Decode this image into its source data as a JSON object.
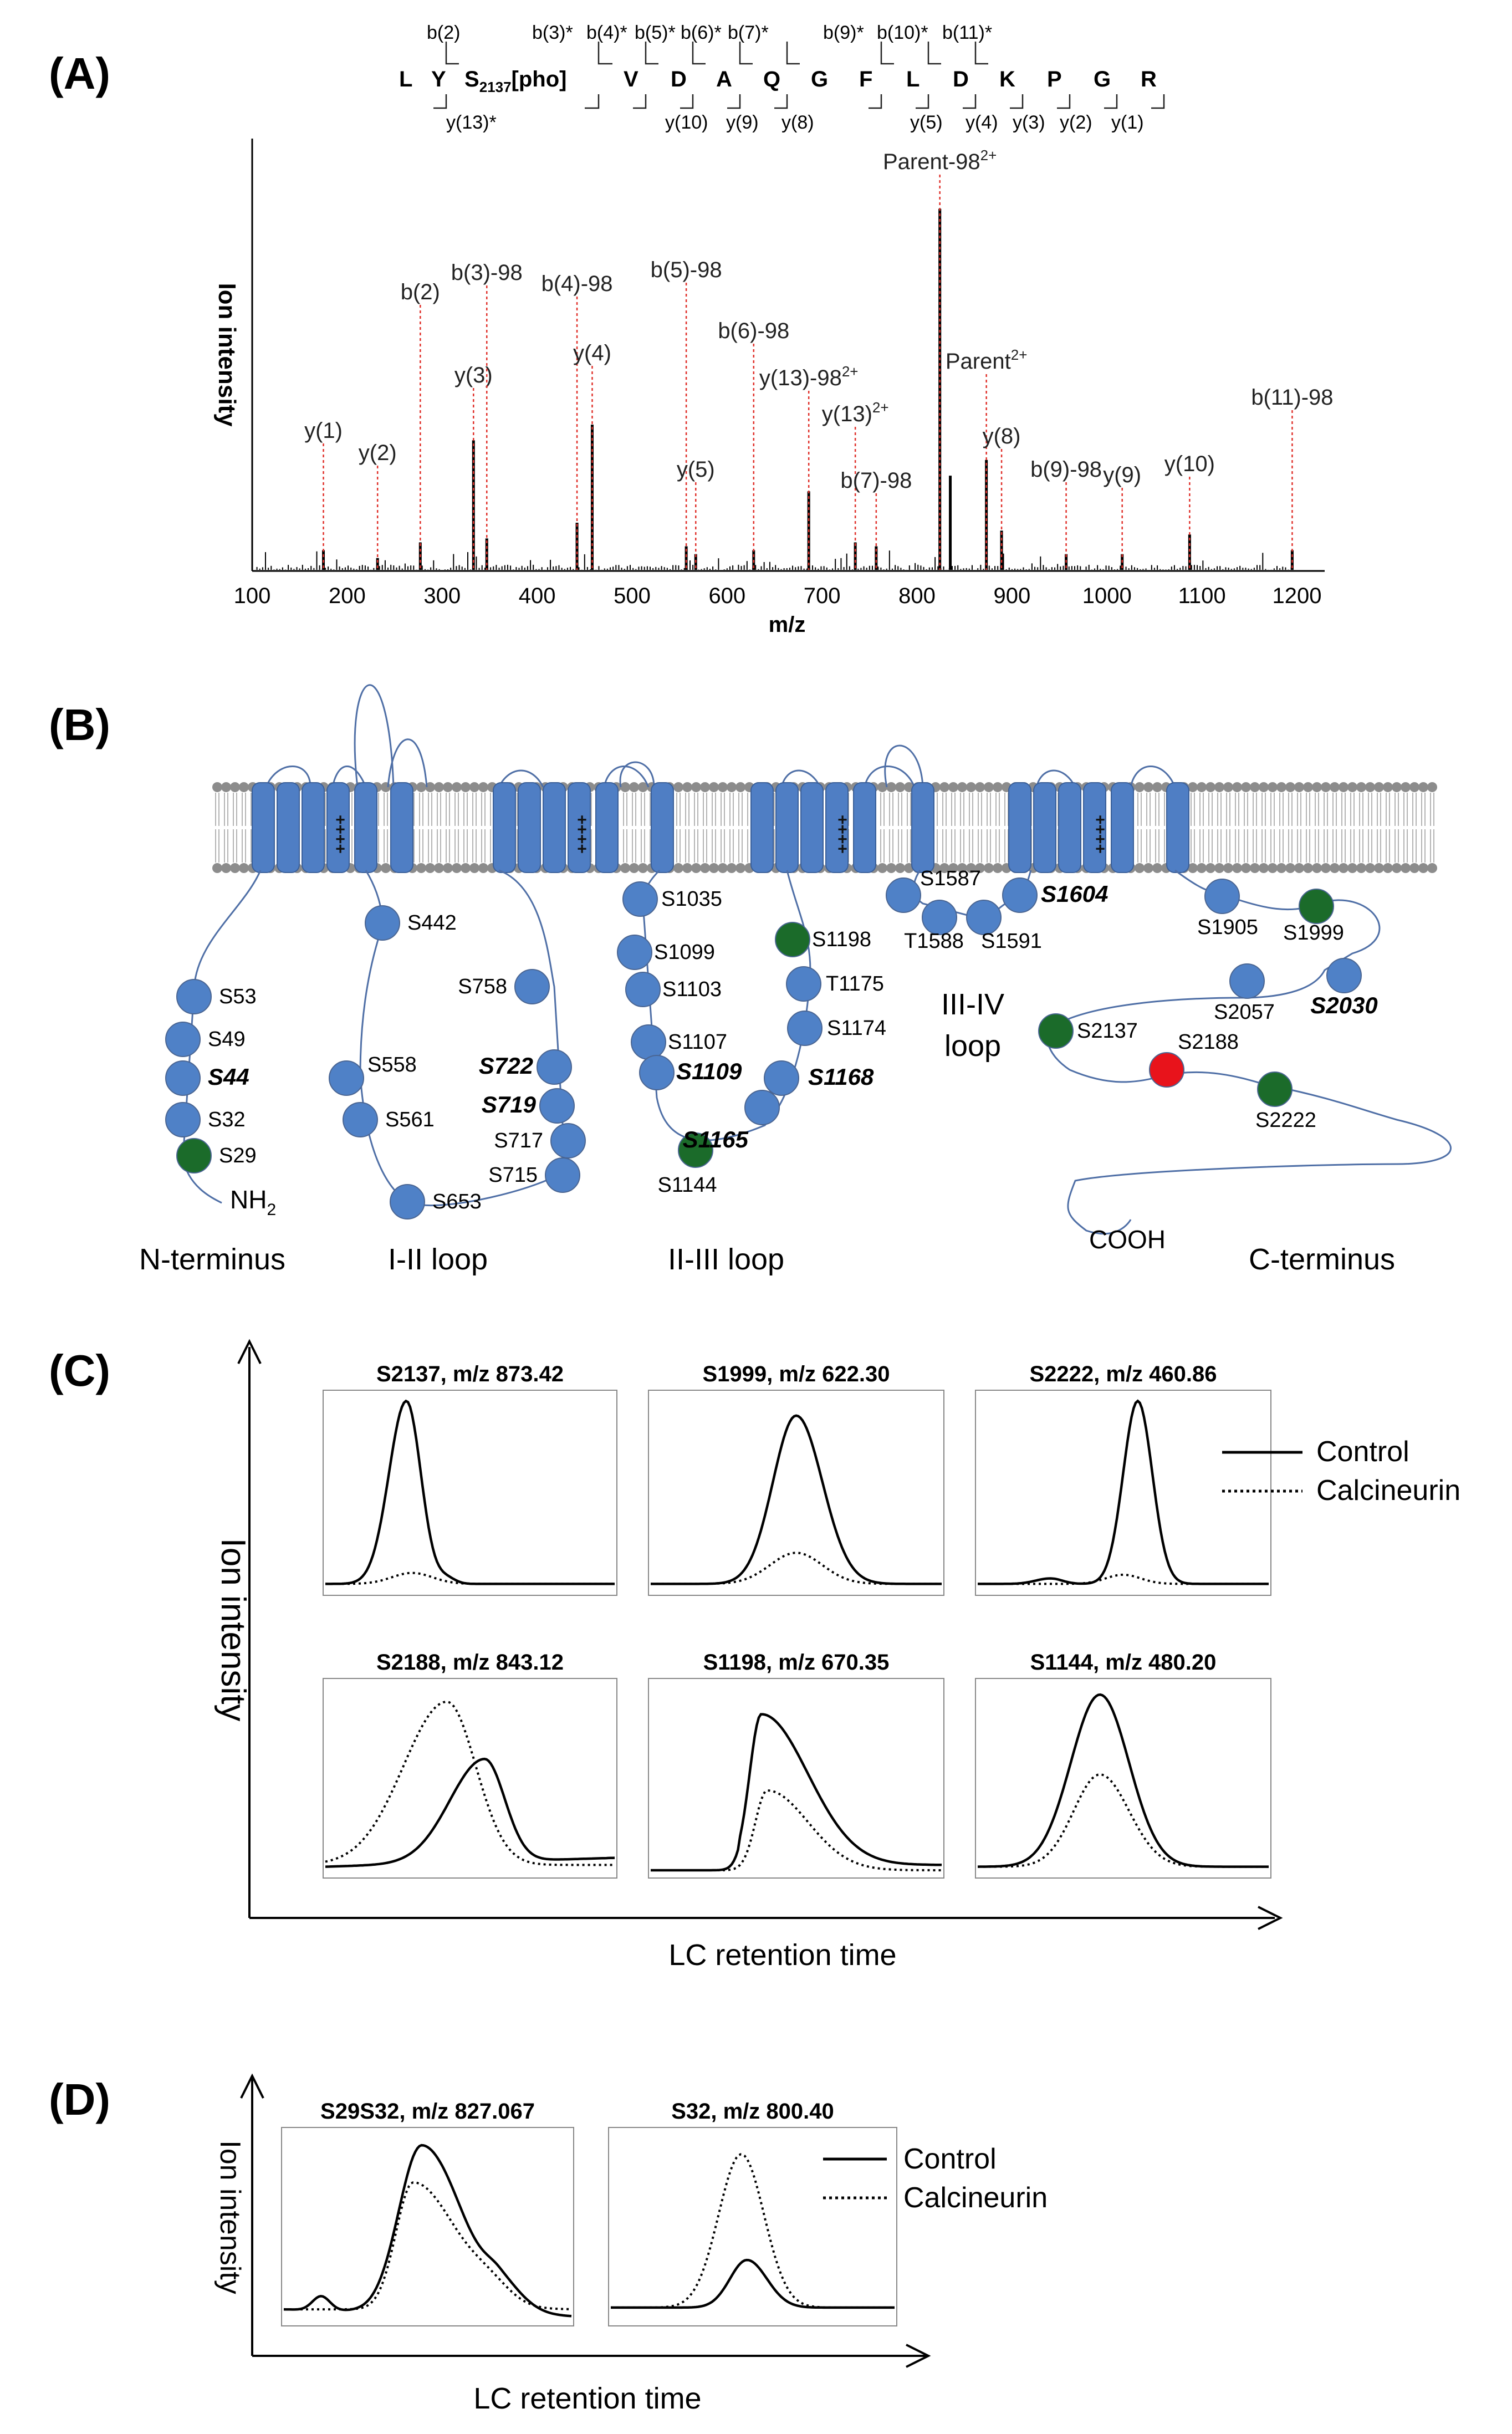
{
  "panels": {
    "A": "(A)",
    "B": "(B)",
    "C": "(C)",
    "D": "(D)"
  },
  "panelA": {
    "peptide_top": [
      "L",
      "Y",
      "S",
      "V",
      "D",
      "A",
      "Q",
      "G",
      "F",
      "L",
      "D",
      "K",
      "P",
      "G",
      "R"
    ],
    "phospho_sub": "2137",
    "phospho_suffix": "[pho]",
    "b_ions": [
      "b(2)",
      "b(3)*",
      "b(4)*",
      "b(5)*",
      "b(6)*",
      "b(7)*",
      "b(9)*",
      "b(10)*",
      "b(11)*"
    ],
    "y_ions": [
      "y(13)*",
      "y(10)",
      "y(9)",
      "y(8)",
      "y(5)",
      "y(4)",
      "y(3)",
      "y(2)",
      "y(1)"
    ],
    "ylabel": "Ion intensity",
    "xlabel": "m/z",
    "xticks": [
      100,
      200,
      300,
      400,
      500,
      600,
      700,
      800,
      900,
      1000,
      1100,
      1200
    ],
    "annotations": [
      {
        "label": "y(1)",
        "mz": 175
      },
      {
        "label": "y(2)",
        "mz": 232
      },
      {
        "label": "b(2)",
        "mz": 277
      },
      {
        "label": "y(3)",
        "mz": 333
      },
      {
        "label": "b(3)-98",
        "mz": 347
      },
      {
        "label": "b(4)-98",
        "mz": 442
      },
      {
        "label": "y(4)",
        "mz": 458
      },
      {
        "label": "b(5)-98",
        "mz": 557
      },
      {
        "label": "y(5)",
        "mz": 567
      },
      {
        "label": "b(6)-98",
        "mz": 628
      },
      {
        "label": "y(13)-98",
        "sup": "2+",
        "mz": 686
      },
      {
        "label": "y(13)",
        "sup": "2+",
        "mz": 735
      },
      {
        "label": "b(7)-98",
        "mz": 757
      },
      {
        "label": "Parent-98",
        "sup": "2+",
        "mz": 824
      },
      {
        "label": "Parent",
        "sup": "2+",
        "mz": 873
      },
      {
        "label": "y(8)",
        "mz": 889
      },
      {
        "label": "b(9)-98",
        "mz": 957
      },
      {
        "label": "y(9)",
        "mz": 1016
      },
      {
        "label": "y(10)",
        "mz": 1087
      },
      {
        "label": "b(11)-98",
        "mz": 1195
      }
    ]
  },
  "chart_data": [
    {
      "type": "bar",
      "title": "",
      "xlabel": "m/z",
      "ylabel": "Ion intensity",
      "xlim": [
        100,
        1200
      ],
      "ylim": [
        0,
        100
      ],
      "x": [
        175,
        232,
        277,
        333,
        347,
        442,
        458,
        557,
        567,
        628,
        686,
        735,
        757,
        824,
        835,
        873,
        889,
        957,
        1016,
        1087,
        1195
      ],
      "values": [
        5,
        3,
        7,
        33,
        8,
        12,
        37,
        6,
        4,
        5,
        20,
        7,
        6,
        92,
        24,
        28,
        10,
        4,
        4,
        9,
        5
      ]
    }
  ],
  "panelB": {
    "regions": [
      "N-terminus",
      "I-II  loop",
      "II-III  loop",
      "III-IV",
      "loop",
      "C-terminus"
    ],
    "nh2": "NH",
    "nh2_sub": "2",
    "cooh": "COOH",
    "plus": "++++",
    "sites": [
      {
        "label": "S53",
        "state": "blue"
      },
      {
        "label": "S49",
        "state": "blue"
      },
      {
        "label": "S44",
        "state": "blue",
        "bold": true
      },
      {
        "label": "S32",
        "state": "blue"
      },
      {
        "label": "S29",
        "state": "green"
      },
      {
        "label": "S442",
        "state": "blue"
      },
      {
        "label": "S758",
        "state": "blue"
      },
      {
        "label": "S558",
        "state": "blue"
      },
      {
        "label": "S722",
        "state": "blue",
        "bold": true
      },
      {
        "label": "S561",
        "state": "blue"
      },
      {
        "label": "S719",
        "state": "blue",
        "bold": true
      },
      {
        "label": "S717",
        "state": "blue"
      },
      {
        "label": "S715",
        "state": "blue"
      },
      {
        "label": "S653",
        "state": "blue"
      },
      {
        "label": "S1035",
        "state": "blue"
      },
      {
        "label": "S1099",
        "state": "blue"
      },
      {
        "label": "S1103",
        "state": "blue"
      },
      {
        "label": "S1107",
        "state": "blue"
      },
      {
        "label": "S1109",
        "state": "blue",
        "bold": true
      },
      {
        "label": "S1144",
        "state": "green"
      },
      {
        "label": "S1198",
        "state": "green"
      },
      {
        "label": "T1175",
        "state": "blue"
      },
      {
        "label": "S1174",
        "state": "blue"
      },
      {
        "label": "S1168",
        "state": "blue",
        "bold": true
      },
      {
        "label": "S1165",
        "state": "blue",
        "bold": true
      },
      {
        "label": "S1587",
        "state": "blue"
      },
      {
        "label": "T1588",
        "state": "blue"
      },
      {
        "label": "S1591",
        "state": "blue"
      },
      {
        "label": "S1604",
        "state": "blue",
        "bold": true
      },
      {
        "label": "S1905",
        "state": "blue"
      },
      {
        "label": "S1999",
        "state": "green"
      },
      {
        "label": "S2057",
        "state": "blue"
      },
      {
        "label": "S2030",
        "state": "blue",
        "bold": true
      },
      {
        "label": "S2137",
        "state": "green"
      },
      {
        "label": "S2188",
        "state": "red"
      },
      {
        "label": "S2222",
        "state": "green"
      }
    ],
    "colors": {
      "blue": "#4f81c7",
      "green": "#1b6b2a",
      "red": "#e8131b"
    }
  },
  "panelC": {
    "ylabel": "Ion intensity",
    "xlabel": "LC retention time",
    "legend": [
      "Control",
      "Calcineurin"
    ],
    "plots": [
      {
        "title": "S2137, m/z 873.42"
      },
      {
        "title": "S1999, m/z 622.30"
      },
      {
        "title": "S2222, m/z 460.86"
      },
      {
        "title": "S2188, m/z 843.12"
      },
      {
        "title": "S1198, m/z 670.35"
      },
      {
        "title": "S1144, m/z 480.20"
      }
    ]
  },
  "panelD": {
    "ylabel": "Ion intensity",
    "xlabel": "LC retention time",
    "legend": [
      "Control",
      "Calcineurin"
    ],
    "plots": [
      {
        "title": "S29S32, m/z 827.067"
      },
      {
        "title": "S32, m/z 800.40"
      }
    ]
  }
}
